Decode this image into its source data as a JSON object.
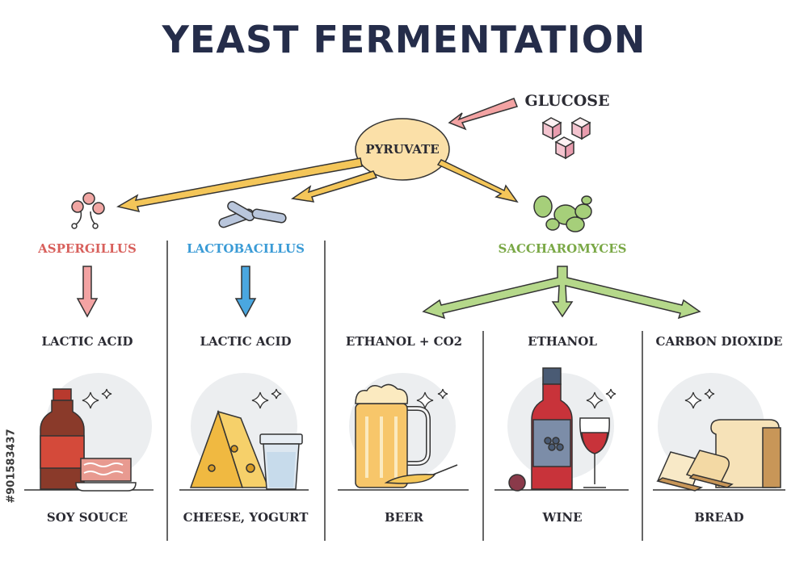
{
  "title": "YEAST FERMENTATION",
  "source": "GLUCOSE",
  "center": "PYRUVATE",
  "organisms": [
    {
      "name": "ASPERGILLUS",
      "color": "#d8605c"
    },
    {
      "name": "LACTOBACILLUS",
      "color": "#3a9bd6"
    },
    {
      "name": "SACCHAROMYCES",
      "color": "#7aa846"
    }
  ],
  "products": [
    "LACTIC ACID",
    "LACTIC ACID",
    "ETHANOL + CO2",
    "ETHANOL",
    "CARBON DIOXIDE"
  ],
  "foods": [
    "SOY SOUCE",
    "CHEESE, YOGURT",
    "BEER",
    "WINE",
    "BREAD"
  ],
  "stock_id": "#901583437",
  "colors": {
    "title": "#252d4a",
    "pyruvate_fill": "#fbe0a8",
    "arrow_main": "#f4c659",
    "arrow_glucose": "#f3a3a3"
  }
}
